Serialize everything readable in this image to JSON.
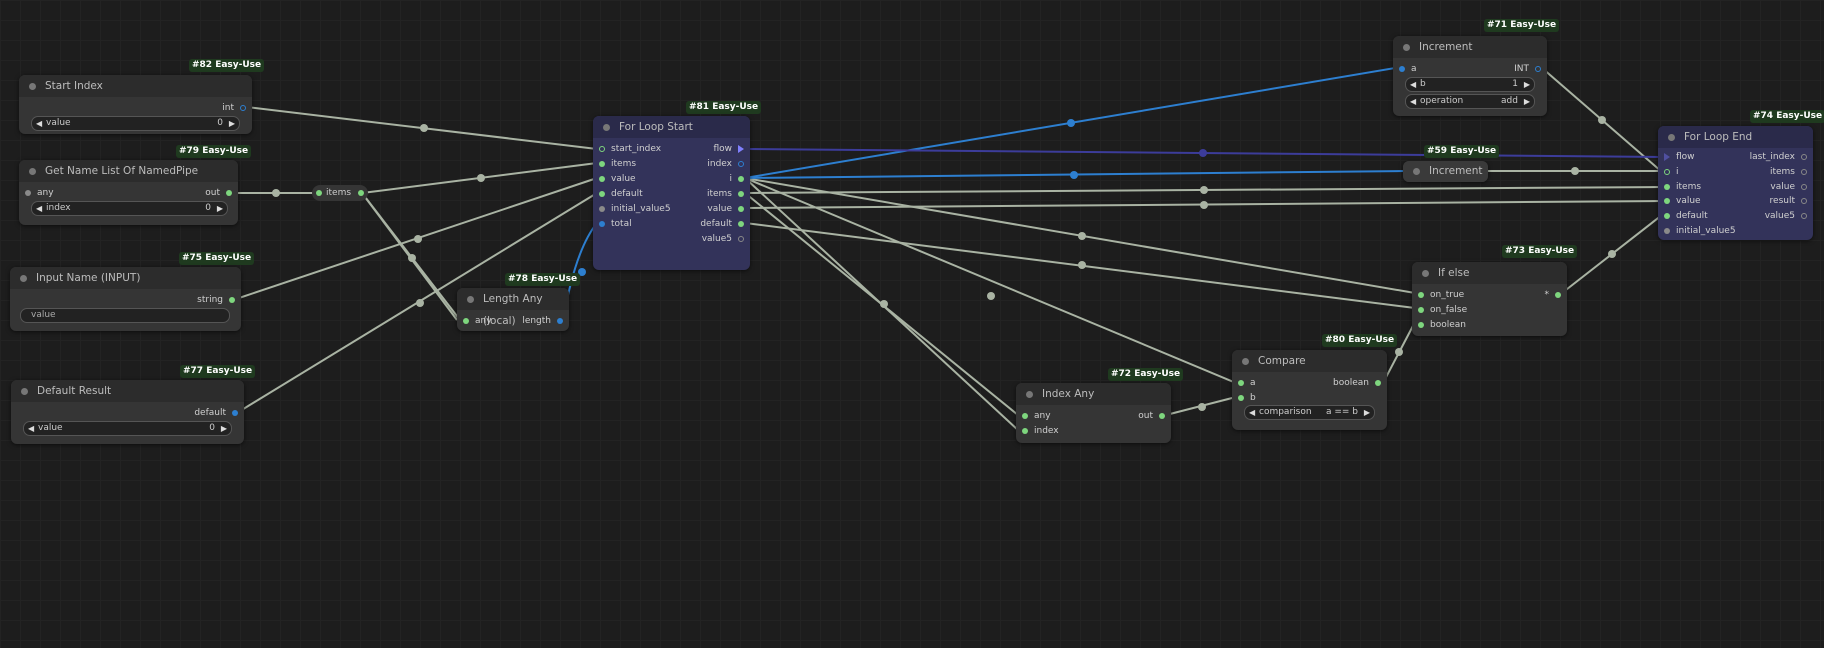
{
  "nodes": {
    "n82": {
      "badge": "#82 Easy-Use",
      "title": "Start Index",
      "out": "int",
      "widget_label": "value",
      "widget_value": "0"
    },
    "n79": {
      "badge": "#79 Easy-Use",
      "title": "Get Name List Of NamedPipe",
      "in": "any",
      "out": "out",
      "widget_label": "index",
      "widget_value": "0"
    },
    "n75": {
      "badge": "#75 Easy-Use",
      "title": "Input Name (INPUT)",
      "out": "string",
      "widget_label": "value"
    },
    "n77": {
      "badge": "#77 Easy-Use",
      "title": "Default Result",
      "out": "default",
      "widget_label": "value",
      "widget_value": "0"
    },
    "reroute": {
      "label": "items"
    },
    "n78": {
      "badge": "#78 Easy-Use",
      "title": "Length Any (local)",
      "in": "any",
      "out": "length"
    },
    "n81": {
      "badge": "#81 Easy-Use",
      "title": "For Loop Start",
      "inputs": [
        "start_index",
        "items",
        "value",
        "default",
        "initial_value5",
        "total"
      ],
      "outputs": [
        "flow",
        "index",
        "i",
        "items",
        "value",
        "default",
        "value5"
      ]
    },
    "n72": {
      "badge": "#72 Easy-Use",
      "title": "Index Any",
      "inputs": [
        "any",
        "index"
      ],
      "out": "out"
    },
    "n80": {
      "badge": "#80 Easy-Use",
      "title": "Compare",
      "inputs": [
        "a",
        "b"
      ],
      "out": "boolean",
      "widget_label": "comparison",
      "widget_value": "a == b"
    },
    "n71": {
      "badge": "#71 Easy-Use",
      "title": "Increment",
      "in": "a",
      "out": "INT",
      "w1_label": "b",
      "w1_value": "1",
      "w2_label": "operation",
      "w2_value": "add"
    },
    "n59": {
      "badge": "#59 Easy-Use",
      "title": "Increment"
    },
    "n73": {
      "badge": "#73 Easy-Use",
      "title": "If else",
      "inputs": [
        "on_true",
        "on_false",
        "boolean"
      ],
      "out": "*"
    },
    "n74": {
      "badge": "#74 Easy-Use",
      "title": "For Loop End",
      "inputs": [
        "flow",
        "i",
        "items",
        "value",
        "default",
        "initial_value5"
      ],
      "outputs": [
        "last_index",
        "items",
        "value",
        "result",
        "value5"
      ]
    }
  },
  "colors": {
    "background": "#1d1d1d",
    "node": "#353535",
    "node_purple": "#33335a",
    "wire_grey": "#a9b3a3",
    "wire_blue": "#2d7fd0",
    "wire_flow": "#3c3c9a"
  }
}
